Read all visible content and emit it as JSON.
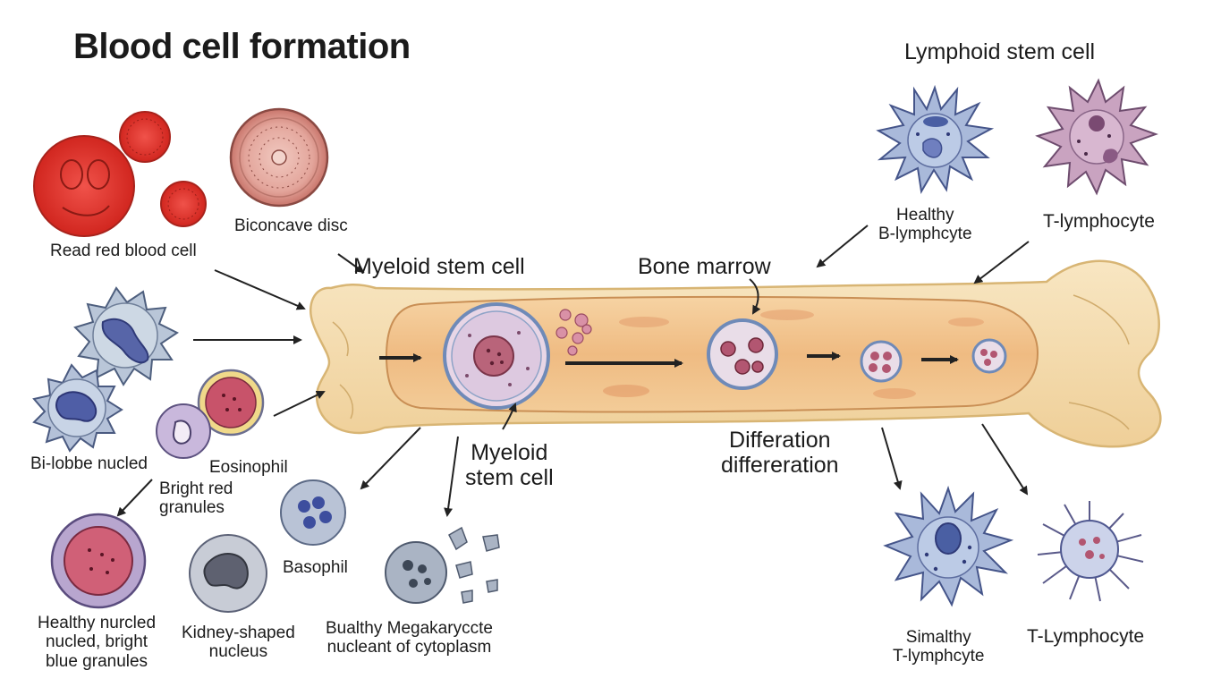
{
  "title": "Blood cell formation",
  "labels": {
    "lymphoid_stem_cell": "Lymphoid stem cell",
    "healthy_b_lymphocyte": "Healthy\nB-lymphcyte",
    "t_lymphocyte_top": "T-lymphocyte",
    "read_red_blood_cell": "Read red blood cell",
    "biconcave_disc": "Biconcave disc",
    "myeloid_stem_cell_top": "Myeloid stem cell",
    "bone_marrow": "Bone marrow",
    "bi_lobbe_nucled": "Bi-lobbe nucled",
    "eosinophil": "Eosinophil",
    "bright_red_granules": "Bright red\ngranules",
    "myeloid_stem_cell_bottom": "Myeloid\nstem cell",
    "differation": "Differation\ndiffereration",
    "basophil": "Basophil",
    "healthy_nurcled": "Healthy nurcled\nnucled, bright\nblue granules",
    "kidney_shaped_nucleus": "Kidney-shaped\nnucleus",
    "bualthy_megakaryocyte": "Bualthy Megakaryccte\nnucleant of cytoplasm",
    "simalthy_t_lymphcyte": "Simalthy\nT-lymphcyte",
    "t_lymphocyte_bottom": "T-Lymphocyte"
  },
  "colors": {
    "bone": "#f5ddb0",
    "bone_outline": "#d9b87c",
    "marrow": "#f2c48e",
    "rbc_red": "#e2372e",
    "b_cell_blue": "#a9b9da",
    "t_cell_purple": "#c9a3c0",
    "nucleus_blue": "#4a5fa3",
    "arrow": "#222222"
  }
}
